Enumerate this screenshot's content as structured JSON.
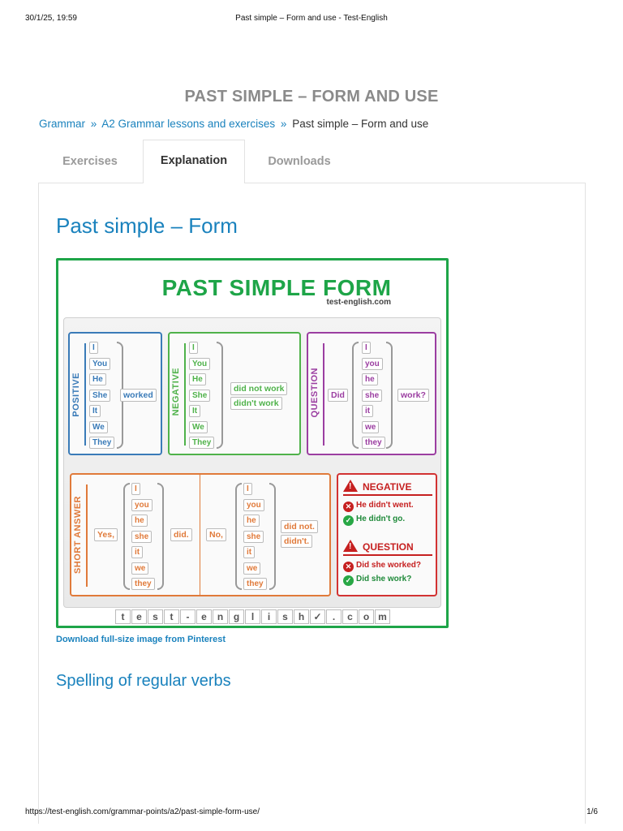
{
  "print_header": {
    "datetime": "30/1/25, 19:59",
    "title": "Past simple – Form and use - Test-English"
  },
  "page_heading": "PAST SIMPLE – FORM AND USE",
  "breadcrumb": {
    "items": [
      "Grammar",
      "A2 Grammar lessons and exercises"
    ],
    "separator": "»",
    "current": "Past simple – Form and use"
  },
  "tabs": [
    {
      "label": "Exercises",
      "active": false
    },
    {
      "label": "Explanation",
      "active": true
    },
    {
      "label": "Downloads",
      "active": false
    }
  ],
  "content": {
    "section_title": "Past simple – Form",
    "download_link": "Download full-size image from Pinterest",
    "subsection_title": "Spelling of regular verbs"
  },
  "infographic": {
    "title": "PAST SIMPLE FORM",
    "subtitle": "test-english.com",
    "positive": {
      "label": "POSITIVE",
      "pronouns": [
        "I",
        "You",
        "He",
        "She",
        "It",
        "We",
        "They"
      ],
      "verb": "worked"
    },
    "negative": {
      "label": "NEGATIVE",
      "pronouns": [
        "I",
        "You",
        "He",
        "She",
        "It",
        "We",
        "They"
      ],
      "verbs": [
        "did not work",
        "didn't work"
      ]
    },
    "question": {
      "label": "QUESTION",
      "aux": "Did",
      "pronouns": [
        "I",
        "you",
        "he",
        "she",
        "it",
        "we",
        "they"
      ],
      "verb": "work?"
    },
    "short_answer": {
      "label": "SHORT ANSWER",
      "yes": "Yes,",
      "no": "No,",
      "pronouns": [
        "I",
        "you",
        "he",
        "she",
        "it",
        "we",
        "they"
      ],
      "yes_verb": "did.",
      "no_verbs": [
        "did not.",
        "didn't."
      ]
    },
    "mistakes": {
      "negative_heading": "NEGATIVE",
      "negative_wrong": "He didn't went.",
      "negative_right": "He didn't go.",
      "question_heading": "QUESTION",
      "question_wrong": "Did she worked?",
      "question_right": "Did she work?"
    },
    "footer_letters": [
      "t",
      "e",
      "s",
      "t",
      "-",
      "e",
      "n",
      "g",
      "l",
      "i",
      "s",
      "h",
      "✓",
      ".",
      "c",
      "o",
      "m"
    ],
    "colors": {
      "frame": "#1ea548",
      "positive": "#3a7bb8",
      "negative": "#4fb24a",
      "question": "#9b3ea1",
      "short_answer": "#e07a3a",
      "mistakes": "#d23232"
    }
  },
  "print_footer": {
    "url": "https://test-english.com/grammar-points/a2/past-simple-form-use/",
    "page": "1/6"
  },
  "colors": {
    "link": "#1a82bd",
    "heading_gray": "#8a8a8a"
  }
}
